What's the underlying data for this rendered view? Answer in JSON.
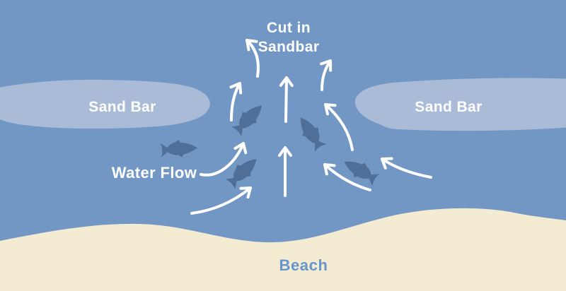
{
  "labels": {
    "cut_line1": "Cut in",
    "cut_line2": "Sandbar",
    "sandbar_left": "Sand Bar",
    "sandbar_right": "Sand Bar",
    "water_flow": "Water Flow",
    "beach": "Beach"
  },
  "colors": {
    "ocean": "#7297C5",
    "sandbar": "#A9BBD7",
    "beach_sand": "#F4EBD3",
    "fish": "#506F98",
    "arrow": "#FFFFFF",
    "label_white": "#FFFFFF",
    "beach_label": "#6596CE"
  }
}
